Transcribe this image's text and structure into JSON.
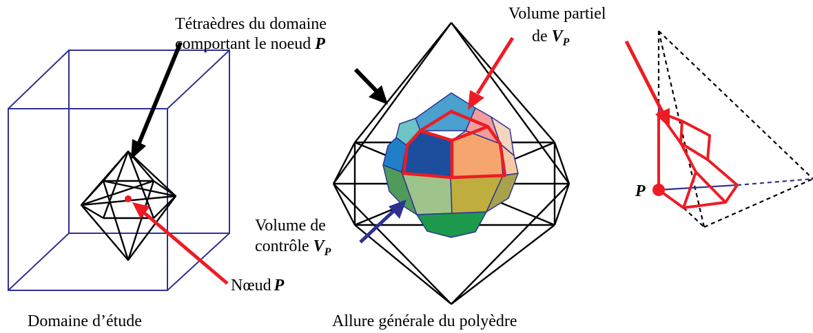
{
  "colors": {
    "domain_box": "#2e3192",
    "mesh": "#000000",
    "highlight": "#ed1c24",
    "control_edge": "#2e3192"
  },
  "labels": {
    "tetra_line1": "Tétraèdres du domaine",
    "tetra_line2": "comportant le noeud",
    "tetra_var": "P",
    "partial_line1": "Volume partiel",
    "partial_de": "de",
    "partial_var": "V",
    "partial_sub": "P",
    "control_line1": "Volume de",
    "control_line2": "contrôle",
    "control_var": "V",
    "control_sub": "P",
    "node_word": "Nœud",
    "node_var": "P",
    "point_var": "P",
    "caption_left": "Domaine d’étude",
    "caption_center": "Allure générale du polyèdre"
  }
}
